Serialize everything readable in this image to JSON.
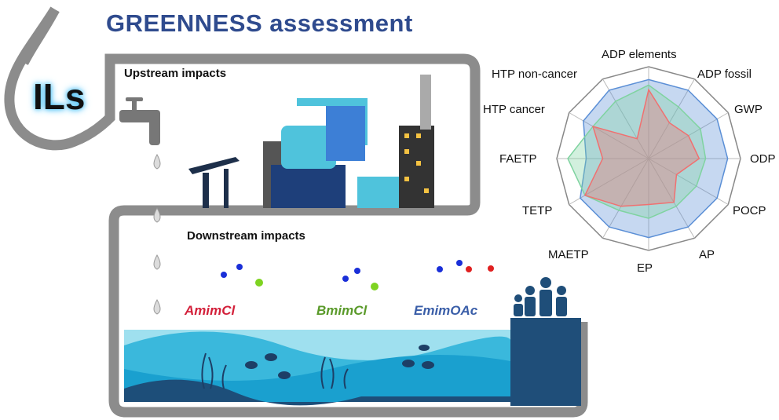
{
  "title": "GREENNESS assessment",
  "ils_label": "ILs",
  "upstream_label": "Upstream impacts",
  "downstream_label": "Downstream impacts",
  "chemicals": [
    {
      "name": "AmimCl",
      "color": "#d3203a"
    },
    {
      "name": "BmimCl",
      "color": "#5a9a2a"
    },
    {
      "name": "EmimOAc",
      "color": "#3a5ea8"
    }
  ],
  "chart_data": {
    "type": "radar",
    "axes": [
      "ADP elements",
      "ADP fossil",
      "GWP",
      "ODP",
      "POCP",
      "AP",
      "EP",
      "MAETP",
      "TETP",
      "FAETP",
      "HTP cancer",
      "HTP non-cancer"
    ],
    "range": [
      0,
      1
    ],
    "rings": 6,
    "series": [
      {
        "name": "EmimOAc",
        "color": "#5b8fd6",
        "values": [
          0.86,
          0.86,
          0.86,
          0.86,
          0.86,
          0.86,
          0.86,
          0.86,
          0.86,
          0.68,
          0.82,
          0.86
        ]
      },
      {
        "name": "BmimCl",
        "color": "#7fd3a0",
        "values": [
          0.8,
          0.65,
          0.65,
          0.62,
          0.6,
          0.6,
          0.65,
          0.65,
          0.8,
          0.88,
          0.7,
          0.72
        ]
      },
      {
        "name": "AmimCl",
        "color": "#f07070",
        "values": [
          0.75,
          0.45,
          0.5,
          0.55,
          0.35,
          0.55,
          0.5,
          0.6,
          0.8,
          0.5,
          0.7,
          0.25
        ]
      }
    ]
  }
}
